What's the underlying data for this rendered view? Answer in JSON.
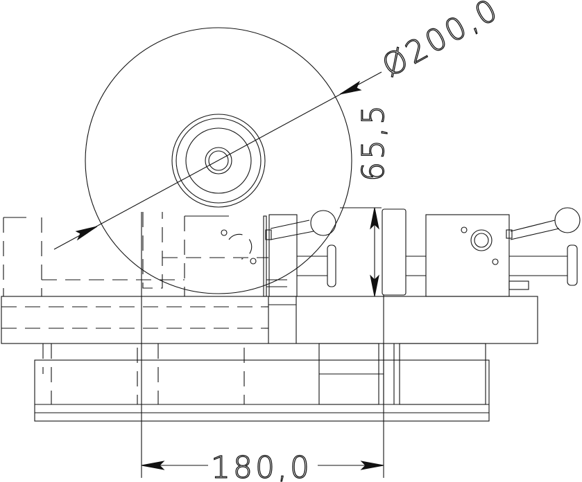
{
  "dimensions": {
    "wheel_diameter": "Ø200,0",
    "height": "65,5",
    "width": "180,0"
  },
  "colors": {
    "line": "#111111",
    "background": "#ffffff"
  }
}
